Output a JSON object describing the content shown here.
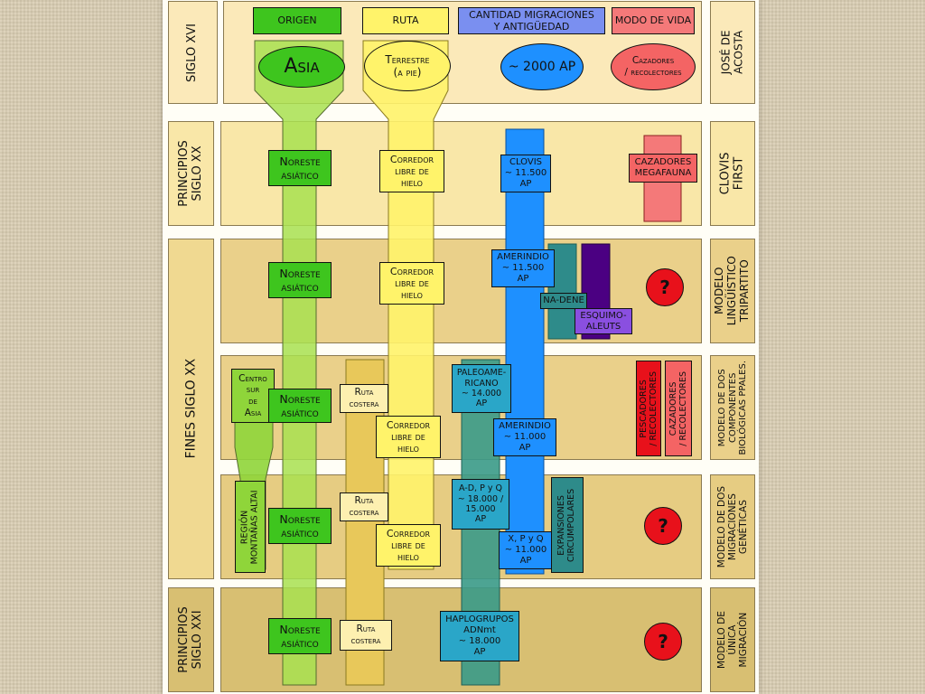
{
  "header": {
    "origen": "ORIGEN",
    "ruta": "RUTA",
    "cantidad": "CANTIDAD MIGRACIONES\nY ANTIGÜEDAD",
    "modo": "MODO DE VIDA",
    "asia": "Asia",
    "terrestre": "Terrestre\n(a pie)",
    "ap2000": "~ 2000 AP",
    "cazadores": "Cazadores\n/ recolectores"
  },
  "periods": {
    "siglo_xvi": "SIGLO XVI",
    "principios_xx": "PRINCIPIOS\nSIGLO XX",
    "fines_xx": "FINES SIGLO XX",
    "principios_xxi": "PRINCIPIOS\nSIGLO XXI"
  },
  "models": {
    "jose_acosta": "JOSÉ DE\nACOSTA",
    "clovis_first": "CLOVIS\nFIRST",
    "linguistico": "MODELO\nLINGÜÍSTICO\nTRIPARTITO",
    "dos_componentes": "MODELO DE DOS\nCOMPONENTES\nBIOLÓGICAS PPALES.",
    "dos_migraciones": "MODELO DE DOS\nMIGRACIONES\nGENÉTICAS",
    "unica": "MODELO DE\nÚNICA\nMIGRACIÓN"
  },
  "boxes": {
    "noreste": "Noreste\nasiático",
    "corredor": "Corredor\nlibre de\nhielo",
    "ruta_costera": "Ruta\ncostera",
    "clovis": "CLOVIS\n~ 11.500\nAP",
    "cazadores_megafauna": "CAZADORES\nMEGAFAUNA",
    "amerindio_11500": "AMERINDIO\n~ 11.500\nAP",
    "na_dene": "NA-DENE",
    "esquimo": "ESQUIMO-\nALEUTS",
    "centro_sur_asia": "Centro\nsur\nde\nAsia",
    "paleoamericano": "PALEOAME-\nRICANO\n~ 14.000\nAP",
    "amerindio_11000": "AMERINDIO\n~ 11.000\nAP",
    "pescadores": "PESCADORES\n/ RECOLECTORES",
    "cazadores_rec": "CAZADORES\n/ RECOLECTORES",
    "region_altai": "REGIÓN\nMONTAÑAS ALTAI",
    "adpq": "A-D, P y Q\n~ 18.000 /\n15.000\nAP",
    "xpq": "X, P y Q\n~ 11.000\nAP",
    "expansiones": "EXPANSIONES\nCIRCUMPOLARES",
    "haplogrupos": "HAPLOGRUPOS\nADNmt\n~ 18.000\nAP",
    "question": "?"
  },
  "colors": {
    "band_top": "#fbe8b6",
    "band_mid": "#f8e6a4",
    "band_low": "#ead08a",
    "band_dark": "#d8bf72",
    "green": "#3ec51e",
    "green_light": "#a6e34e",
    "yellow": "#fff36a",
    "blue": "#1e90ff",
    "teal": "#2e8b8a",
    "purple": "#4b0082",
    "red": "#e8111b",
    "pink": "#f47979"
  }
}
